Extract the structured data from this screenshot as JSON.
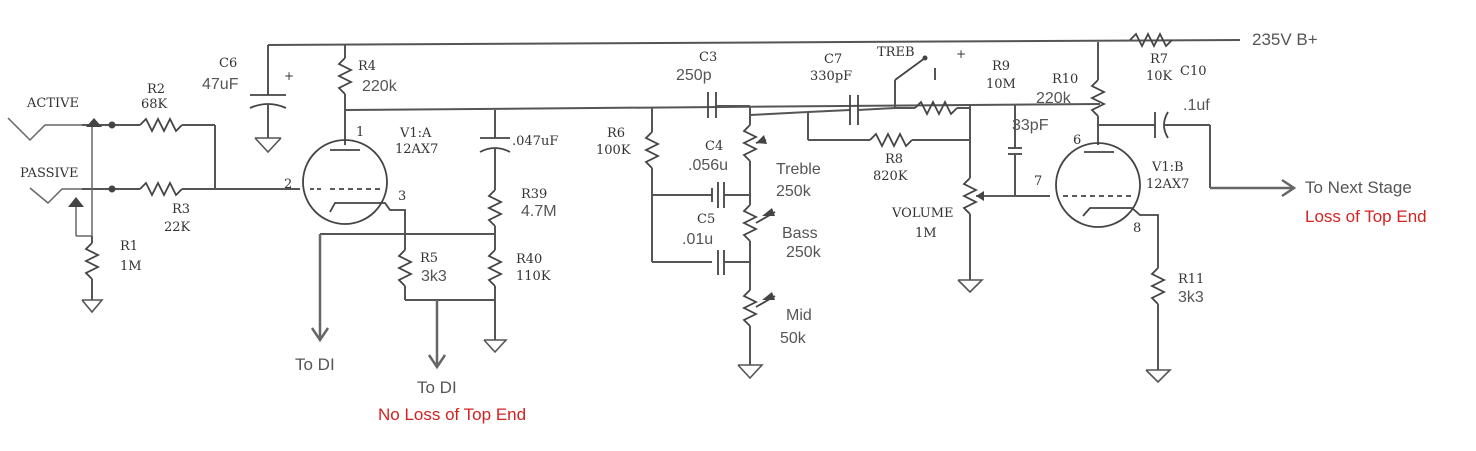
{
  "labels": {
    "active": "ACTIVE",
    "passive": "PASSIVE",
    "r2_name": "R2",
    "r2_val": "68K",
    "r3_name": "R3",
    "r3_val": "22K",
    "r1_name": "R1",
    "r1_val": "1M",
    "c6_name": "C6",
    "c6_val": "47uF",
    "c6_plus": "+",
    "r4_name": "R4",
    "r4_val": "220k",
    "tube1_name": "V1:A",
    "tube1_type": "12AX7",
    "pin1": "1",
    "pin2": "2",
    "pin3": "3",
    "c_047": ".047uF",
    "r39_name": "R39",
    "r39_val": "4.7M",
    "r40_name": "R40",
    "r40_val": "110K",
    "r5_name": "R5",
    "r5_val": "3k3",
    "c3_name": "C3",
    "c3_val": "250p",
    "r6_name": "R6",
    "r6_val": "100K",
    "c4_name": "C4",
    "c4_val": ".056u",
    "c5_name": "C5",
    "c5_val": ".01u",
    "treble_name": "Treble",
    "treble_val": "250k",
    "bass_name": "Bass",
    "bass_val": "250k",
    "mid_name": "Mid",
    "mid_val": "50k",
    "c7_name": "C7",
    "c7_val": "330pF",
    "treb_sw": "TREB",
    "treb_plus": "+",
    "r8_name": "R8",
    "r8_val": "820K",
    "r9_name": "R9",
    "r9_val": "10M",
    "c_33": "33pF",
    "volume_name": "VOLUME",
    "volume_val": "1M",
    "r10_name": "R10",
    "r10_val": "220k",
    "r7_name": "R7",
    "r7_val": "10K",
    "supply": "235V B+",
    "c10_name": "C10",
    "c10_val": ".1uf",
    "tube2_name": "V1:B",
    "tube2_type": "12AX7",
    "pin6": "6",
    "pin7": "7",
    "pin8": "8",
    "r11_name": "R11",
    "r11_val": "3k3",
    "to_di_1": "To DI",
    "to_di_2": "To DI",
    "no_loss": "No Loss of Top End",
    "to_next": "To Next Stage",
    "loss": "Loss of Top End"
  },
  "colors": {
    "wire": "#555555",
    "annotation_gray": "#555555",
    "annotation_red": "#d32222"
  }
}
